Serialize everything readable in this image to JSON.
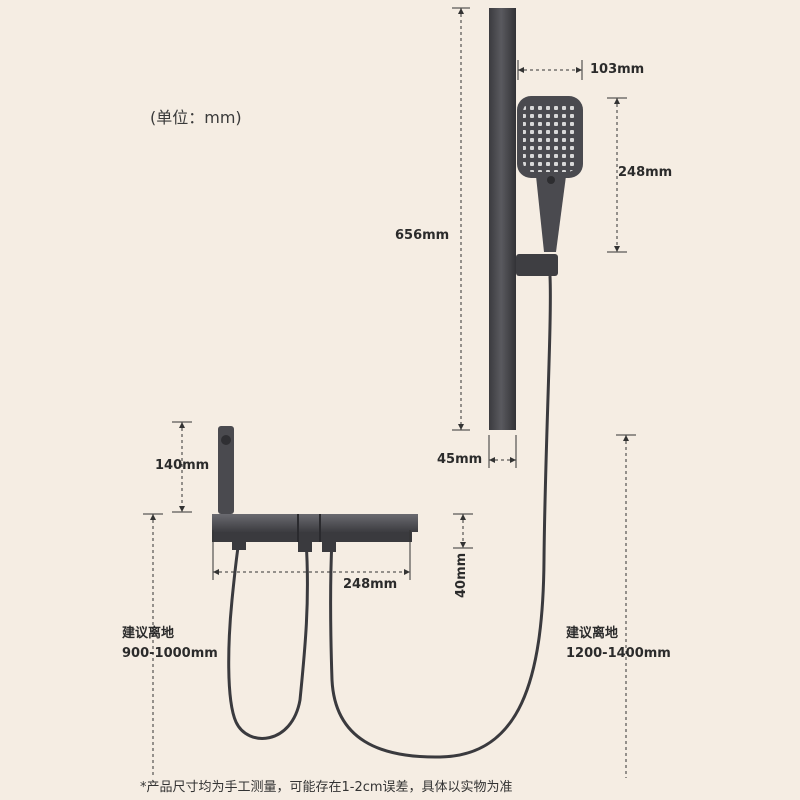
{
  "unit_label": "(单位：mm)",
  "dims": {
    "head_width": "103mm",
    "head_height": "248mm",
    "bar_length": "656mm",
    "bar_width": "45mm",
    "spout_height": "140mm",
    "shelf_width": "248mm",
    "shelf_height": "40mm"
  },
  "install": {
    "valve_label": "建议离地",
    "valve_range": "900-1000mm",
    "bar_label": "建议离地",
    "bar_range": "1200-1400mm"
  },
  "footnote": "*产品尺寸均为手工测量，可能存在1-2cm误差，具体以实物为准",
  "colors": {
    "background": "#f5ede3",
    "product": "#4a4a4e",
    "dimension_line": "#333333"
  }
}
